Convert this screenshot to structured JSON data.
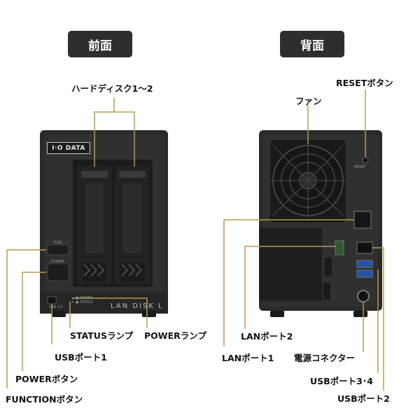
{
  "headings": {
    "front": "前面",
    "back": "背面"
  },
  "labels": {
    "hdd": "ハードディスク1〜2",
    "reset": "RESETボタン",
    "fan": "ファン",
    "status_lamp": "STATUSランプ",
    "power_lamp": "POWERランプ",
    "usb1": "USBポート1",
    "power_button": "POWERボタン",
    "function_button": "FUNCTIONボタン",
    "lan2": "LANポート2",
    "lan1": "LANポート1",
    "power_connector": "電源コネクター",
    "usb34": "USBポート3･4",
    "usb2": "USBポート2"
  },
  "device_markings": {
    "logo": "I·O DATA",
    "func": "FUNC",
    "power": "POWER",
    "power_led": "● POWER",
    "status_led": "● STATUS",
    "brand": "LAN DISK L",
    "usb_front": "USB 3.0",
    "reset": "RESET"
  },
  "colors": {
    "leader_line": "#b69b52",
    "heading_bg": "#2e2e2e",
    "device_body": "#2a2a2a"
  }
}
